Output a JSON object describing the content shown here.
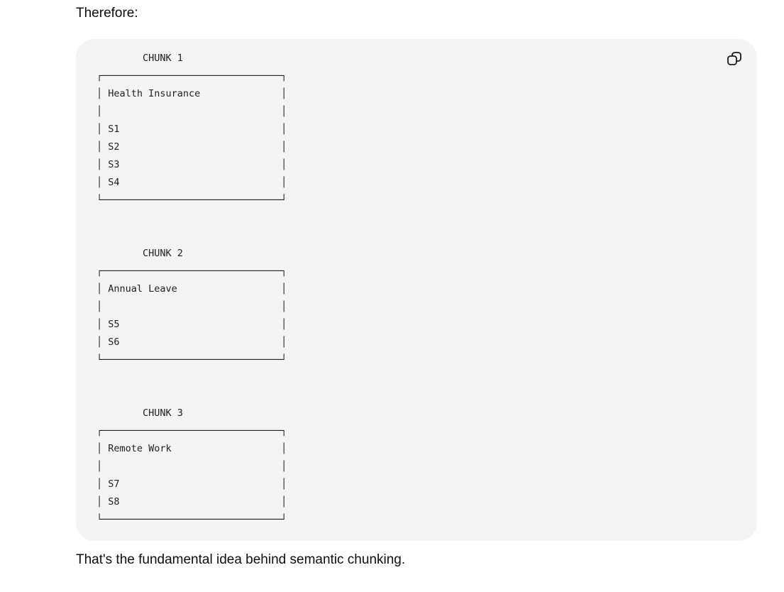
{
  "intro_text": "Therefore:",
  "code_block": {
    "copy_icon": "copy-icon",
    "content": "        CHUNK 1\n┌───────────────────────────────┐\n│ Health Insurance              │\n│                               │\n│ S1                            │\n│ S2                            │\n│ S3                            │\n│ S4                            │\n└───────────────────────────────┘\n\n\n        CHUNK 2\n┌───────────────────────────────┐\n│ Annual Leave                  │\n│                               │\n│ S5                            │\n│ S6                            │\n└───────────────────────────────┘\n\n\n        CHUNK 3\n┌───────────────────────────────┐\n│ Remote Work                   │\n│                               │\n│ S7                            │\n│ S8                            │\n└───────────────────────────────┘"
  },
  "outro_text": "That's the fundamental idea behind semantic chunking.",
  "colors": {
    "code_background": "#f4f4f4",
    "text": "#0d0d0d"
  }
}
